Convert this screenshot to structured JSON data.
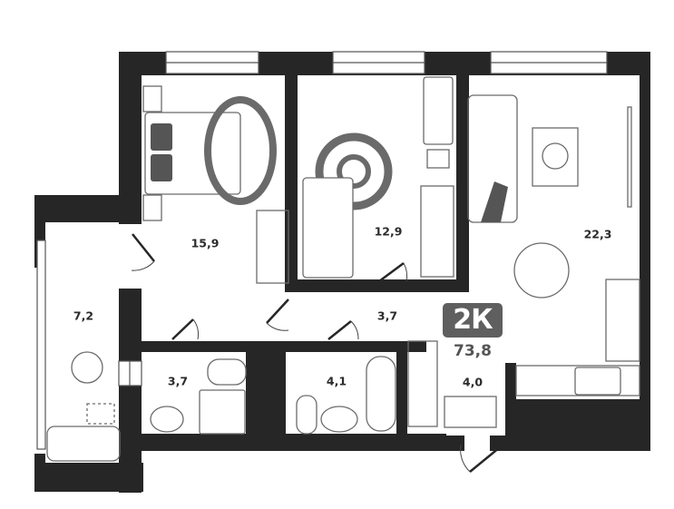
{
  "plan": {
    "type_badge": "2К",
    "total_area": "73,8",
    "colors": {
      "wall": "#262626",
      "badge_bg": "#5f5f5f",
      "furniture_stroke": "#6b6b6b",
      "rug_fill": "#6a6a6a",
      "label": "#2b2b2b"
    },
    "rooms": [
      {
        "id": "bedroom",
        "label": "15,9"
      },
      {
        "id": "kids-room",
        "label": "12,9"
      },
      {
        "id": "living-kitchen",
        "label": "22,3"
      },
      {
        "id": "balcony",
        "label": "7,2"
      },
      {
        "id": "corridor",
        "label": "3,7"
      },
      {
        "id": "bathroom-1",
        "label": "3,7"
      },
      {
        "id": "bathroom-2",
        "label": "4,1"
      },
      {
        "id": "entrance-hall",
        "label": "4,0"
      }
    ]
  }
}
